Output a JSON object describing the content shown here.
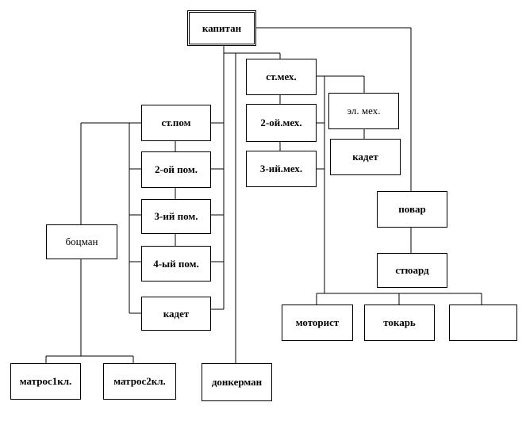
{
  "nodes": {
    "captain": "капитан",
    "chief_officer": "ст.пом",
    "second_officer": "2-ой пом.",
    "third_officer": "3-ий пом.",
    "fourth_officer": "4-ый пом.",
    "deck_cadet": "кадет",
    "boatswain": "боцман",
    "sailor_1st": "матрос1кл.",
    "sailor_2nd": "матрос2кл.",
    "donkeyman": "донкерман",
    "chief_engineer": "ст.мех.",
    "second_engineer": "2-ой.мех.",
    "third_engineer": "3-ий.мех.",
    "electrical_engineer": "эл. мех.",
    "engine_cadet": "кадет",
    "cook": "повар",
    "steward": "стюард",
    "motorman": "моторист",
    "turner": "токарь",
    "empty_box": ""
  }
}
